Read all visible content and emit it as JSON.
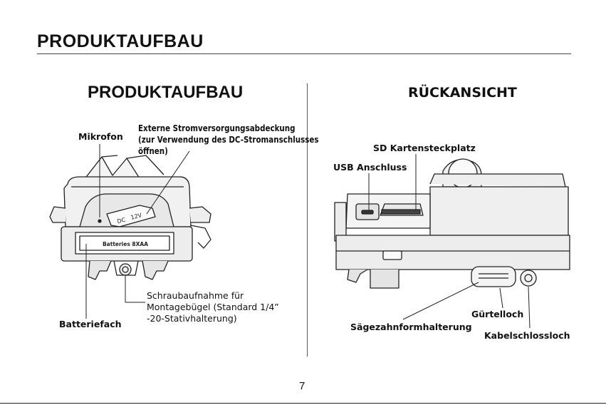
{
  "header": {
    "title": "PRODUKTAUFBAU"
  },
  "left_panel": {
    "title": "PRODUKTAUFBAU",
    "labels": {
      "mikrofon": "Mikrofon",
      "extern_l1": "Externe Stromversorgungsabdeckung",
      "extern_l2": "(zur Verwendung des DC-Stromanschlusses",
      "extern_l3": "öffnen)",
      "schraub_l1": "Schraubaufnahme für",
      "schraub_l2": "Montagebügel (Standard 1/4”",
      "schraub_l3": "-20-Stativhalterung)",
      "batteriefach": "Batteriefach"
    },
    "device_text": {
      "dc": "DC",
      "volt": "12V",
      "batteries": "Batteries  8XAA"
    }
  },
  "right_panel": {
    "title": "RÜCKANSICHT",
    "labels": {
      "sd": "SD Kartensteckplatz",
      "usb": "USB Anschluss",
      "saege": "Sägezahnformhalterung",
      "guertel": "Gürtelloch",
      "kabel": "Kabelschlossloch"
    }
  },
  "footer": {
    "page_number": "7"
  }
}
